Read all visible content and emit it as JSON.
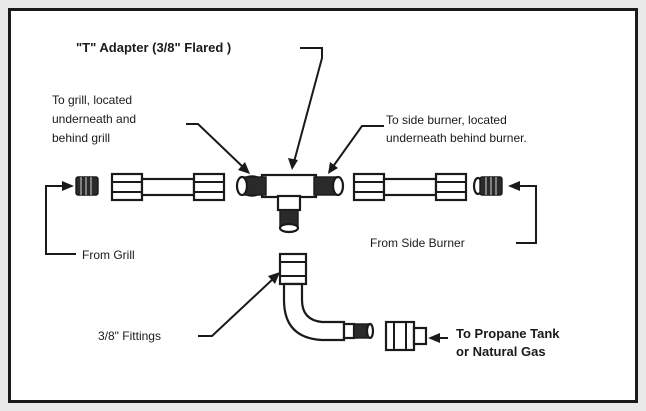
{
  "diagram": {
    "labels": {
      "t_adapter": "\"T\" Adapter (3/8\" Flared )",
      "to_grill": [
        "To grill, located",
        "underneath and",
        "behind grill"
      ],
      "to_side_burner": [
        "To side burner, located",
        "underneath behind burner."
      ],
      "from_grill": "From Grill",
      "from_side_burner": "From Side Burner",
      "fittings": "3/8\" Fittings",
      "to_propane": [
        "To Propane Tank",
        "or Natural Gas"
      ]
    }
  }
}
